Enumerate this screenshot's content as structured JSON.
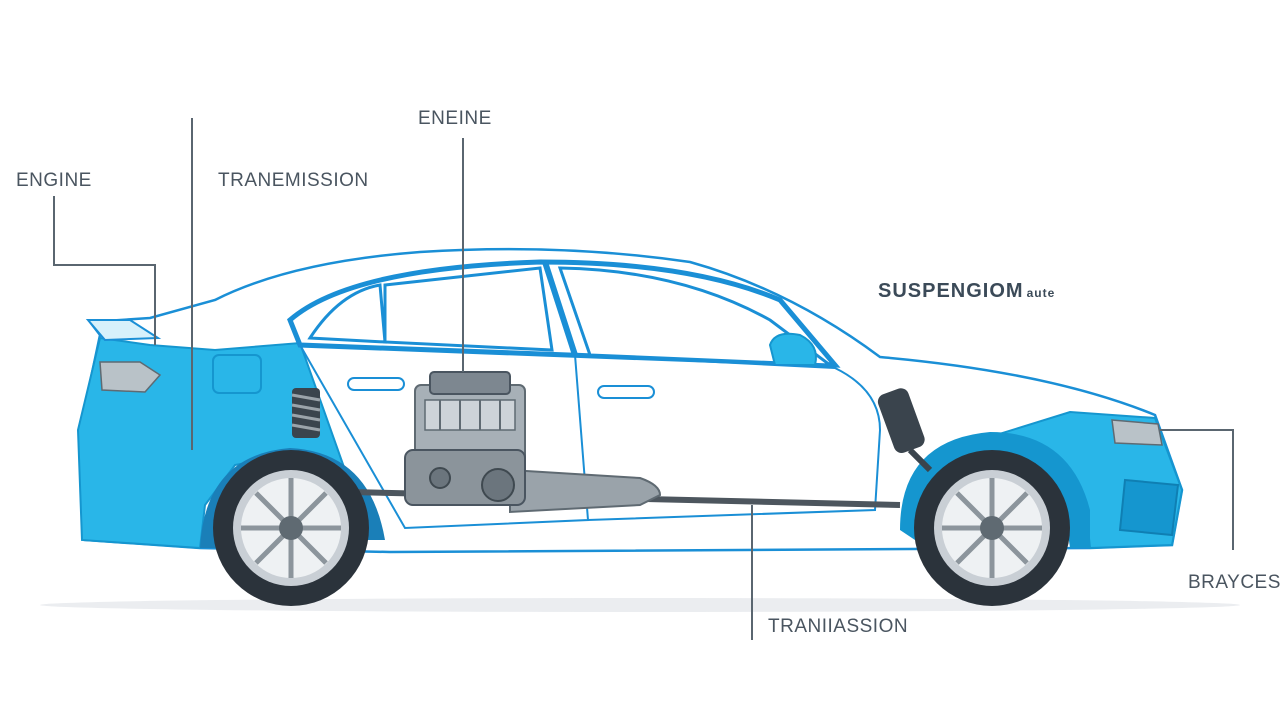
{
  "labels": {
    "engine_left": "ENGINE",
    "transmission_top": "TRANEMISSION",
    "engine_top": "ENEINE",
    "suspension": "SUSPENGIOM",
    "suspension_suffix": "aute",
    "braces": "BRAYCES",
    "transmission_bottom": "TRANIIASSION"
  },
  "colors": {
    "body_blue": "#29b6e8",
    "body_blue_dark": "#1596cf",
    "outline": "#1a8fd6",
    "leader": "#5a6670",
    "tire": "#2b333b",
    "rim": "#c9cfd5",
    "engine": "#7d8790",
    "driveshaft": "#4d565e"
  }
}
